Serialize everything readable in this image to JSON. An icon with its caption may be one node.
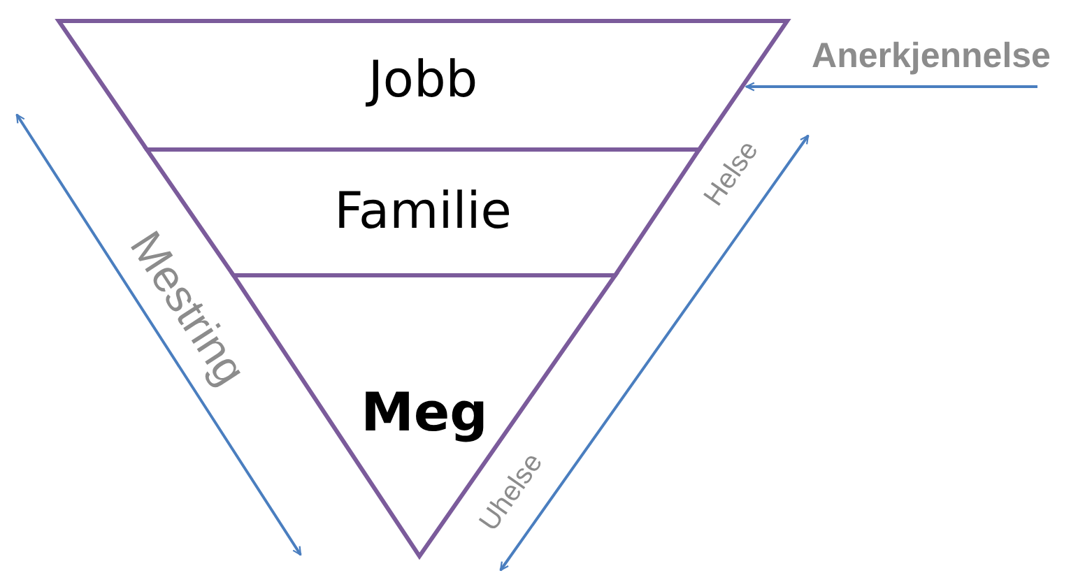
{
  "diagram": {
    "nodes": [
      {
        "text": [
          "Jobb"
        ]
      },
      {
        "text": [
          "Familie"
        ]
      },
      {
        "text": [
          "Meg"
        ]
      },
      {
        "text": [
          "Anerkjennelse"
        ]
      }
    ],
    "edges": [
      {
        "from": 3,
        "to": 0,
        "arrow": "to"
      }
    ],
    "labels": [
      "Helse",
      "Mestring",
      "Uhelse"
    ]
  }
}
